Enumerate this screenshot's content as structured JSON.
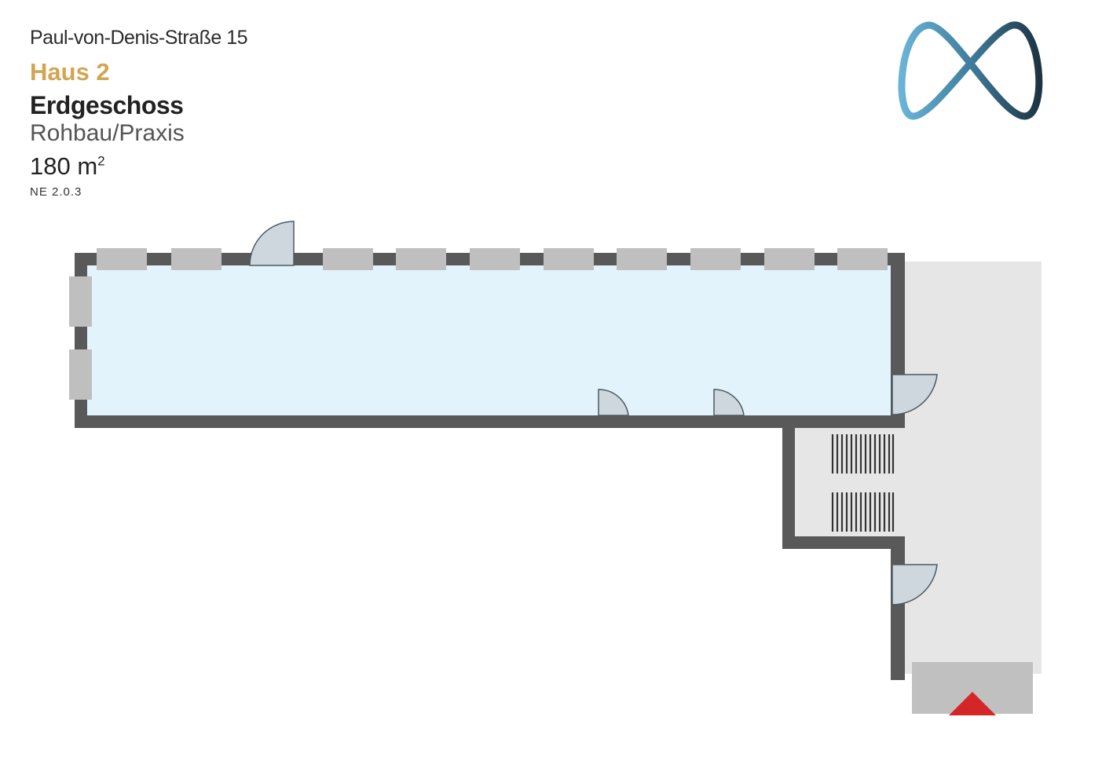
{
  "header": {
    "address": "Paul-von-Denis-Straße 15",
    "house": "Haus 2",
    "floor": "Erdgeschoss",
    "usage": "Rohbau/Praxis",
    "area_value": "180 m",
    "area_superscript": "2",
    "unit_code": "NE 2.0.3"
  },
  "logo": {
    "icon": "infinity-loops-logo-icon",
    "colors": [
      "#6ab4d8",
      "#1e3443"
    ]
  },
  "plan": {
    "colors": {
      "wall": "#595959",
      "window": "#bfbfbf",
      "room_fill": "#e3f3fb",
      "corridor_fill": "#e6e6e6",
      "door_fill": "#cfd7de",
      "door_stroke": "#4a5a66",
      "entrance_marker": "#d42527"
    },
    "door_count": 5,
    "window_count": 12,
    "staircase_count": 2
  }
}
